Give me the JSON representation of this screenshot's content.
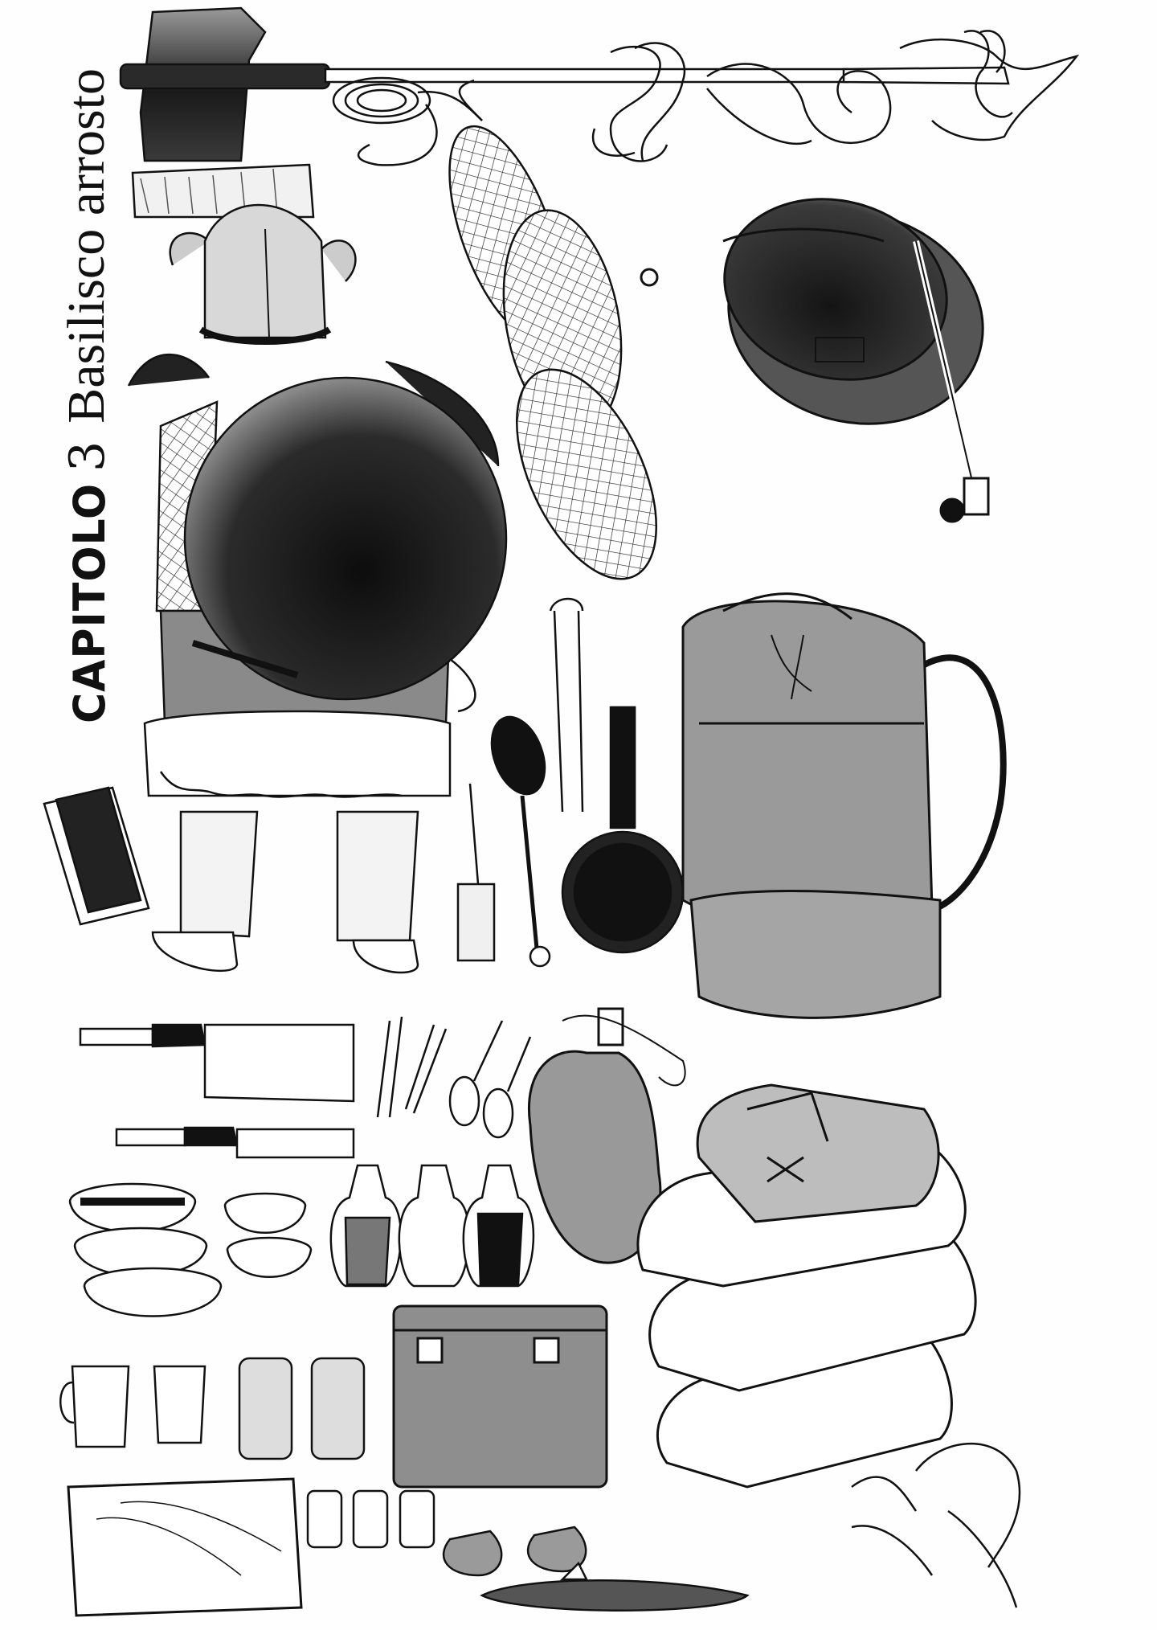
{
  "chapter": {
    "label": "CAPITOLO",
    "number": "3",
    "title": "Basilisco arrosto"
  },
  "colors": {
    "ink": "#111111",
    "dark": "#2a2a2a",
    "mid": "#6e6e6e",
    "light": "#b9b9b9",
    "paper": "#fefefe"
  }
}
